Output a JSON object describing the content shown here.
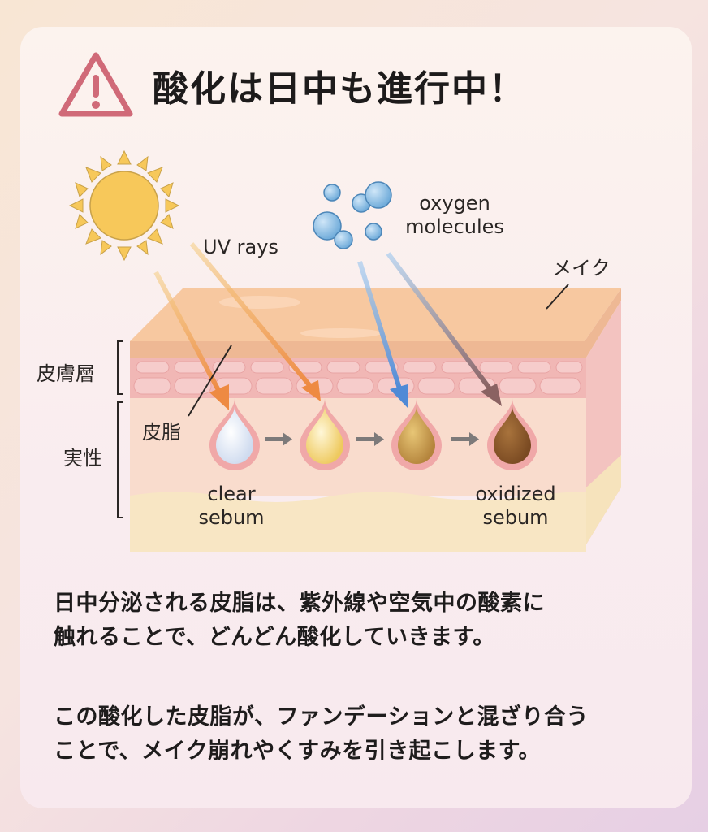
{
  "header": {
    "icon": "warning-triangle-icon",
    "title": "酸化は日中も進行中！"
  },
  "diagram": {
    "labels": {
      "uv_rays": "UV rays",
      "oxygen_line1": "oxygen",
      "oxygen_line2": "molecules",
      "makeup": "メイク",
      "skin_layer": "皮膚層",
      "dermis": "実性",
      "sebum": "皮脂",
      "clear_line1": "clear",
      "clear_line2": "sebum",
      "oxidized_line1": "oxidized",
      "oxidized_line2": "sebum"
    },
    "droplets": [
      {
        "stage": "clear",
        "color": "#dfe7f3"
      },
      {
        "stage": "yellowing",
        "color": "#f2d98a"
      },
      {
        "stage": "amber",
        "color": "#c99a4a"
      },
      {
        "stage": "oxidized",
        "color": "#8c5a2c"
      }
    ],
    "colors": {
      "uv_arrow": "#ee8f4a",
      "oxygen_arrow": "#5b93d8",
      "oxygen_arrow_dark": "#8a6a6a",
      "sun": "#f7c85a",
      "warning": "#d06a78"
    }
  },
  "body": {
    "paragraph1_line1": "日中分泌される皮脂は、紫外線や空気中の酸素に",
    "paragraph1_line2": "触れることで、どんどん酸化していきます。",
    "paragraph2_line1": "この酸化した皮脂が、ファンデーションと混ざり合う",
    "paragraph2_line2": "ことで、メイク崩れやくすみを引き起こします。"
  }
}
